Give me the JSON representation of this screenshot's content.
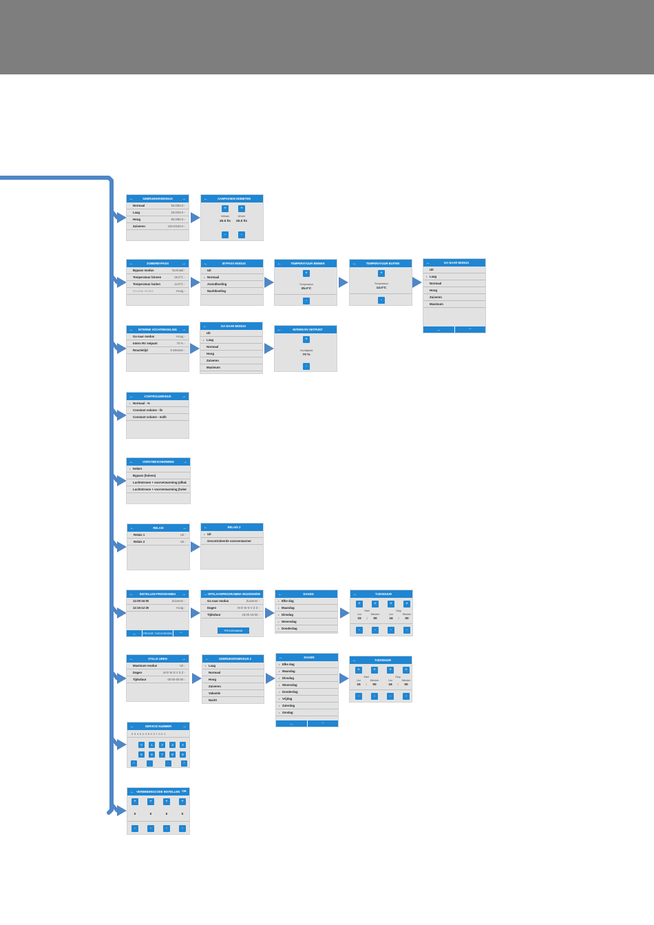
{
  "colors": {
    "topbar": "#7e7e7e",
    "connector": "#4f86c6",
    "header": "#1f86d3",
    "screen": "#e2e2e2"
  },
  "icons": {
    "back": "arrow-left-icon",
    "forward": "arrow-right-icon",
    "up": "chevron-up-icon",
    "down": "chevron-down-icon"
  },
  "glyphs": {
    "back": "←",
    "forward": "→",
    "up": "︿",
    "down": "﹀",
    "plus": "+",
    "minus": "-",
    "left": "‹",
    "right": "›",
    "colon": ":"
  },
  "s1": {
    "title": "GEBRUIKERSMODUS",
    "rows": [
      {
        "label": "Normaal",
        "value": "50.0/50.0"
      },
      {
        "label": "Laag",
        "value": "20.0/20.0"
      },
      {
        "label": "Hoog",
        "value": "90.0/90.0"
      },
      {
        "label": "Zuiveren",
        "value": "100.0/100.0"
      }
    ]
  },
  "s2": {
    "title": "AANPASSEN DEBIETEN",
    "label_left": "Inblaas",
    "label_right": "Afvoer",
    "value_left": "20.0 l/s",
    "value_right": "20.0 l/s"
  },
  "s3": {
    "title": "ZOMERBYPASS",
    "rows": [
      {
        "label": "Bypass modus",
        "value": "Normaal"
      },
      {
        "label": "Temperatuur binnen",
        "value": "25.0°C"
      },
      {
        "label": "Temperatuur buiten",
        "value": "14.0°C"
      },
      {
        "label": "Ga naar modus",
        "value": "Hoog"
      }
    ]
  },
  "s4": {
    "title": "BYPASS MODUS",
    "items": [
      "Uit",
      "Normaal",
      "Avondkoeling",
      "Nachtkoeling"
    ]
  },
  "s5": {
    "title": "TEMPERATUUR BINNEN",
    "label": "Temperatuur",
    "value": "25.0°C"
  },
  "s6": {
    "title": "TEMPERATUUR BUITEN",
    "label": "Temperatuur",
    "value": "14.0°C"
  },
  "s7": {
    "title": "GA NAAR MODUS",
    "items": [
      "Uit",
      "Laag",
      "Normaal",
      "Hoog",
      "Zuiveren",
      "Maximum"
    ]
  },
  "s8": {
    "title": "INTERNE VOCHTREGELING",
    "rows": [
      {
        "label": "Ga naar modus",
        "value": "Hoog"
      },
      {
        "label": "Intern RV setpunt",
        "value": "70 %"
      },
      {
        "label": "Reactietijd",
        "value": "5 Minuten"
      }
    ]
  },
  "s9": {
    "title": "GA NAAR MODUS",
    "items": [
      "Uit",
      "Laag",
      "Normaal",
      "Hoog",
      "Zuiveren",
      "Maximum"
    ]
  },
  "s10": {
    "title": "INTERN RV SETPUNT",
    "label": "Vochtigheid",
    "value": "70 %"
  },
  "s11": {
    "title": "CONTROLEMODUS",
    "items": [
      "Normaal - %",
      "Constant volume - l/s",
      "Constant volume - m3/h"
    ]
  },
  "s12": {
    "title": "VORSTBESCHERMING",
    "items": [
      "Debiet",
      "Bypass (holens)",
      "Luchtstroom + voorverwarming (afbalans)",
      "Luchtstroom + voorverwarming (holens)"
    ]
  },
  "s13": {
    "title": "RELAIS",
    "rows": [
      {
        "label": "Relais 1",
        "value": "Uit"
      },
      {
        "label": "Relais 2",
        "value": "Uit"
      }
    ]
  },
  "s14": {
    "title": "RELAIS 2",
    "items": [
      "Uit",
      "Gecontroleerde voorverwarmer"
    ]
  },
  "s15": {
    "title": "INSTELLEN PROGRAMMA",
    "rows": [
      {
        "label": "12:00-16:00",
        "value": "Zuiveren"
      },
      {
        "label": "12:15-12:30",
        "value": "Hoog"
      }
    ],
    "foot_mid": "PROGR. TOEVOEGEN"
  },
  "s16": {
    "title": "OPSLAANPROGRAMMA WIJZIGEN/WISSEN",
    "rows": [
      {
        "label": "Ga naar modus",
        "value": "Zuiveren"
      },
      {
        "label": "Dagen",
        "value": "M D W D V Z Z"
      },
      {
        "label": "Tijdsduur",
        "value": "15:00-16:00"
      }
    ],
    "button": "PROGRAMMA VERWIJDEREN"
  },
  "s17": {
    "title": "DAGEN",
    "items": [
      "Elke dag",
      "Maandag",
      "Dinsdag",
      "Woensdag",
      "Donderdag"
    ]
  },
  "s18": {
    "title": "TIJDSDUUR",
    "groups": [
      {
        "top": "Start",
        "l1": "Uur",
        "v1": "15",
        "l2": "Minuten",
        "v2": "00"
      },
      {
        "top": "Stop",
        "l1": "Uur",
        "v1": "16",
        "l2": "Minuten",
        "v2": "00"
      }
    ]
  },
  "s19": {
    "title": "STILLE UREN",
    "rows": [
      {
        "label": "Maximum modus",
        "value": "Uit"
      },
      {
        "label": "Dagen",
        "value": "M D W D V Z Z"
      },
      {
        "label": "Tijdsduur",
        "value": "00:00-00:00"
      }
    ]
  },
  "s20": {
    "title": "GEBRUIKERSMODUS 2",
    "items": [
      "Laag",
      "Normaal",
      "Hoog",
      "Zuiveren",
      "Vakantie",
      "Nacht"
    ]
  },
  "s21": {
    "title": "DAGEN",
    "items": [
      "Elke dag",
      "Maandag",
      "Dinsdag",
      "Woensdag",
      "Donderdag",
      "Vrijdag",
      "Zaterdag",
      "Zondag"
    ]
  },
  "s22": {
    "title": "TIJDSDUUR",
    "groups": [
      {
        "top": "Start",
        "l1": "Uur",
        "v1": "15",
        "l2": "Minuten",
        "v2": "00"
      },
      {
        "top": "Stop",
        "l1": "Uur",
        "v1": "16",
        "l2": "Minuten",
        "v2": "00"
      }
    ]
  },
  "s23": {
    "title": "SERVICE NUMMER",
    "display": "0 3 4 6 2 3 5 0 3 7 0 0 1",
    "keys": [
      "0",
      "1",
      "2",
      "3",
      "4",
      "5",
      "6",
      "7",
      "8",
      "9"
    ]
  },
  "s24": {
    "title": "VERBINDINGCODE INSTELLEN",
    "ok": "OK",
    "digits": [
      "0",
      "0",
      "0",
      "0"
    ]
  }
}
